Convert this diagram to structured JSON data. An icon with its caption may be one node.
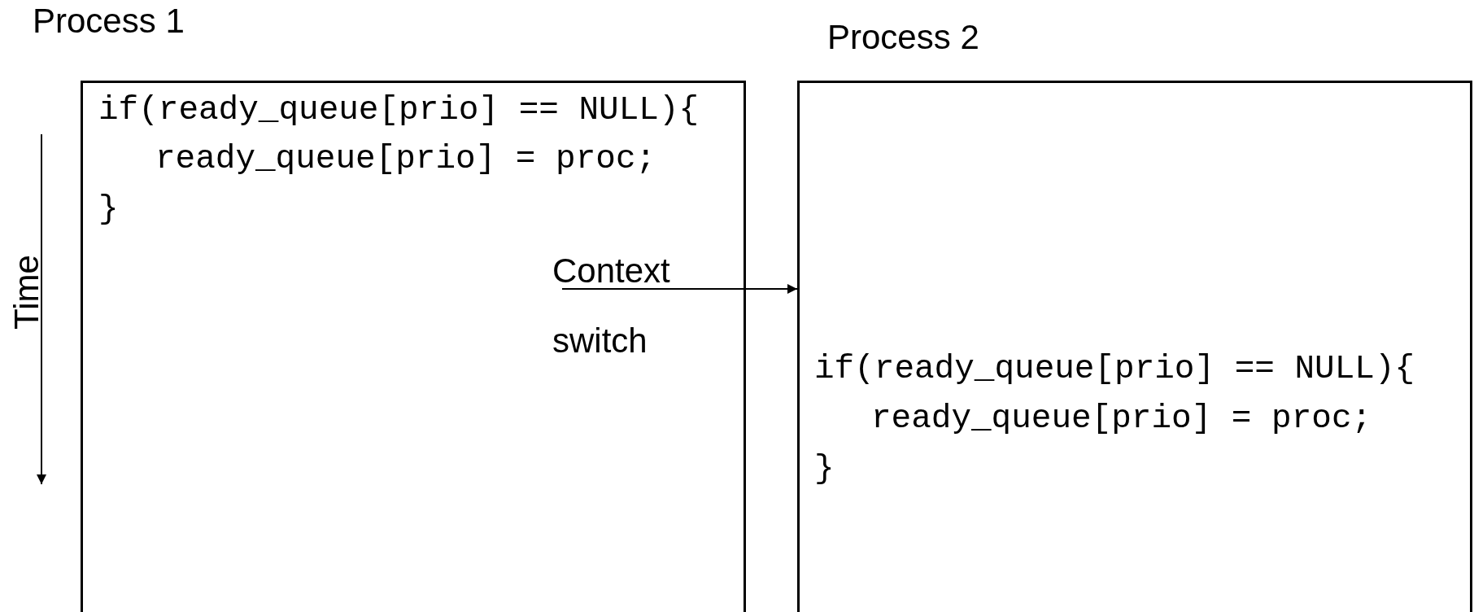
{
  "diagram": {
    "nodes": [
      {
        "text": [
          "Process 1",
          "if(ready_queue[prio] == NULL){",
          "ready_queue[prio] = proc;",
          "}"
        ]
      },
      {
        "text": [
          "Process 2",
          "if(ready_queue[prio] == NULL){",
          "ready_queue[prio] = proc;",
          "}"
        ]
      }
    ],
    "edges": [
      {
        "from": 0,
        "to": 1,
        "arrow": "to",
        "label": "Context switch"
      }
    ],
    "labels": [
      "Time"
    ]
  }
}
